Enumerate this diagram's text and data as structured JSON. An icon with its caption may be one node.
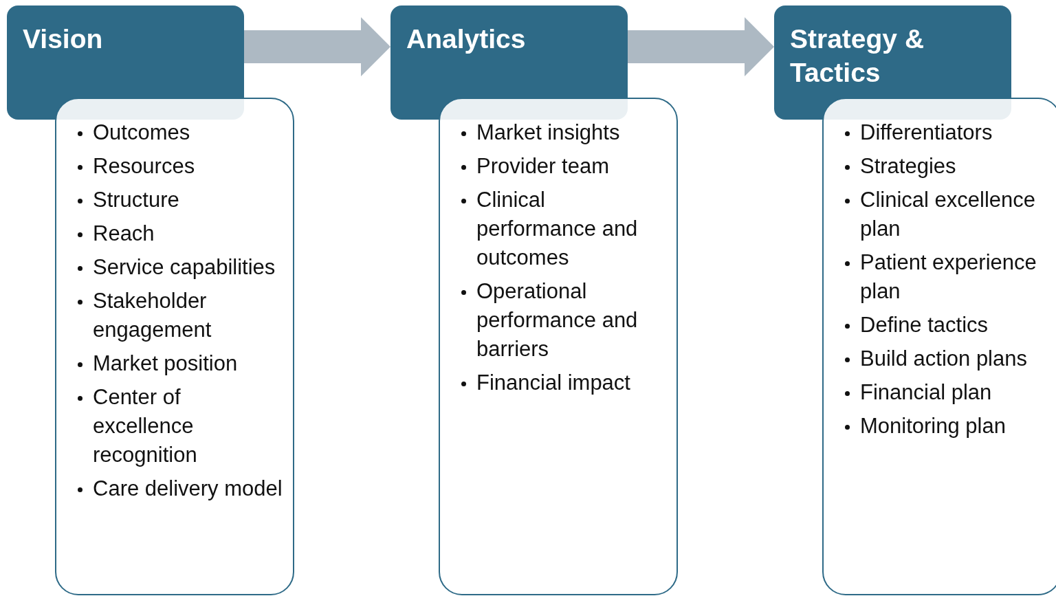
{
  "diagram": {
    "nodes": [
      {
        "text": [
          "Vision"
        ]
      },
      {
        "text": [
          "Outcomes",
          "Resources",
          "Structure",
          "Reach",
          "Service capabilities",
          "Stakeholder engagement",
          "Market position",
          "Center of excellence recognition",
          "Care delivery model"
        ]
      },
      {
        "text": [
          "Analytics"
        ]
      },
      {
        "text": [
          "Market insights",
          "Provider team",
          "Clinical performance and outcomes",
          "Operational performance and barriers",
          "Financial impact"
        ]
      },
      {
        "text": [
          "Strategy & Tactics"
        ]
      },
      {
        "text": [
          "Differentiators",
          "Strategies",
          "Clinical excellence plan",
          "Patient experience plan",
          "Define tactics",
          "Build action plans",
          "Financial plan",
          "Monitoring plan"
        ]
      }
    ],
    "edges": [
      {
        "from": 0,
        "to": 2,
        "arrow": "to"
      },
      {
        "from": 2,
        "to": 4,
        "arrow": "to"
      }
    ]
  }
}
